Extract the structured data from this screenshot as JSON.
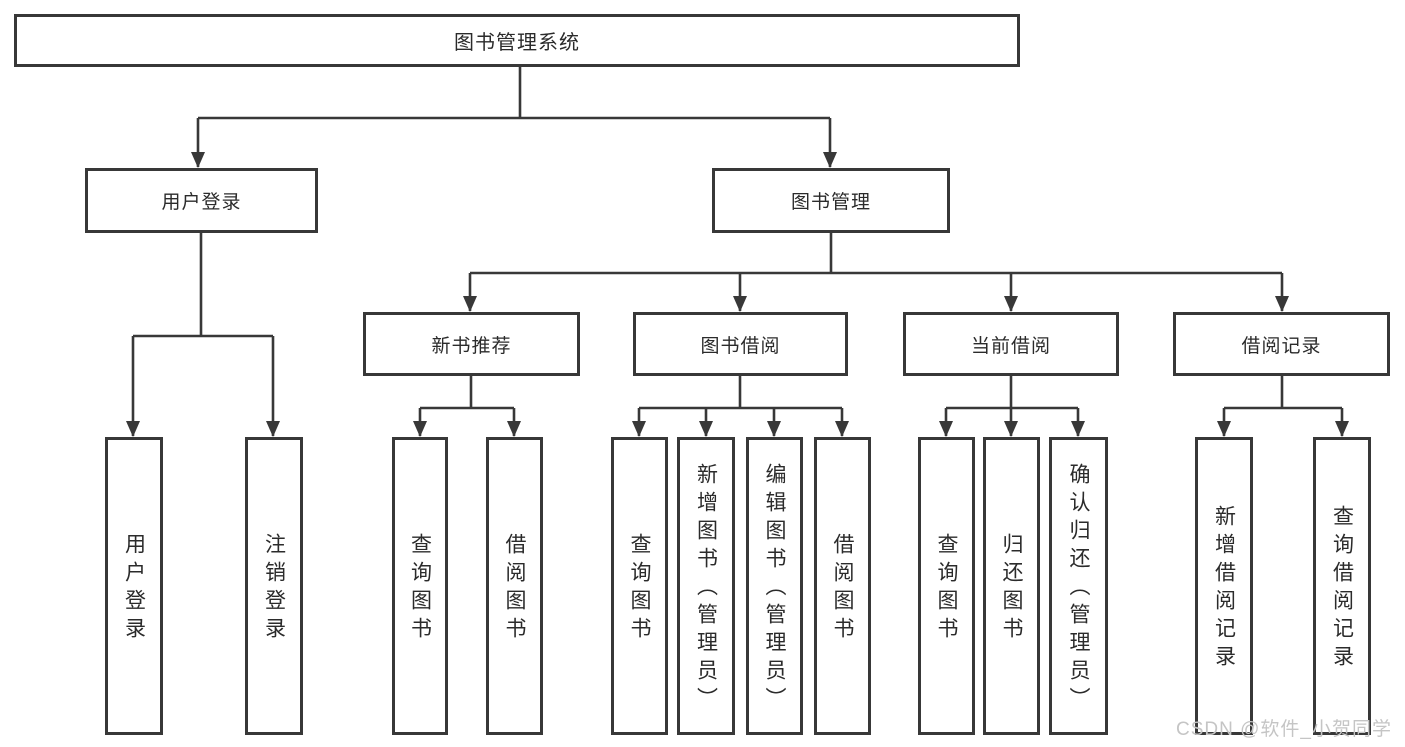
{
  "diagram": {
    "title_node": "图书管理系统",
    "level2": [
      {
        "label": "用户登录"
      },
      {
        "label": "图书管理"
      }
    ],
    "level3": [
      {
        "label": "新书推荐"
      },
      {
        "label": "图书借阅"
      },
      {
        "label": "当前借阅"
      },
      {
        "label": "借阅记录"
      }
    ],
    "leaves": [
      {
        "label": "用户登录"
      },
      {
        "label": "注销登录"
      },
      {
        "label": "查询图书"
      },
      {
        "label": "借阅图书"
      },
      {
        "label": "查询图书"
      },
      {
        "label": "新增图书（管理员）"
      },
      {
        "label": "编辑图书（管理员）"
      },
      {
        "label": "借阅图书"
      },
      {
        "label": "查询图书"
      },
      {
        "label": "归还图书"
      },
      {
        "label": "确认归还（管理员）"
      },
      {
        "label": "新增借阅记录"
      },
      {
        "label": "查询借阅记录"
      }
    ]
  },
  "watermark": "CSDN @软件_小贺同学",
  "colors": {
    "line": "#383838",
    "box_border": "#383838",
    "text": "#2b2b2b",
    "watermark": "#c5c5c5",
    "background": "#ffffff"
  }
}
